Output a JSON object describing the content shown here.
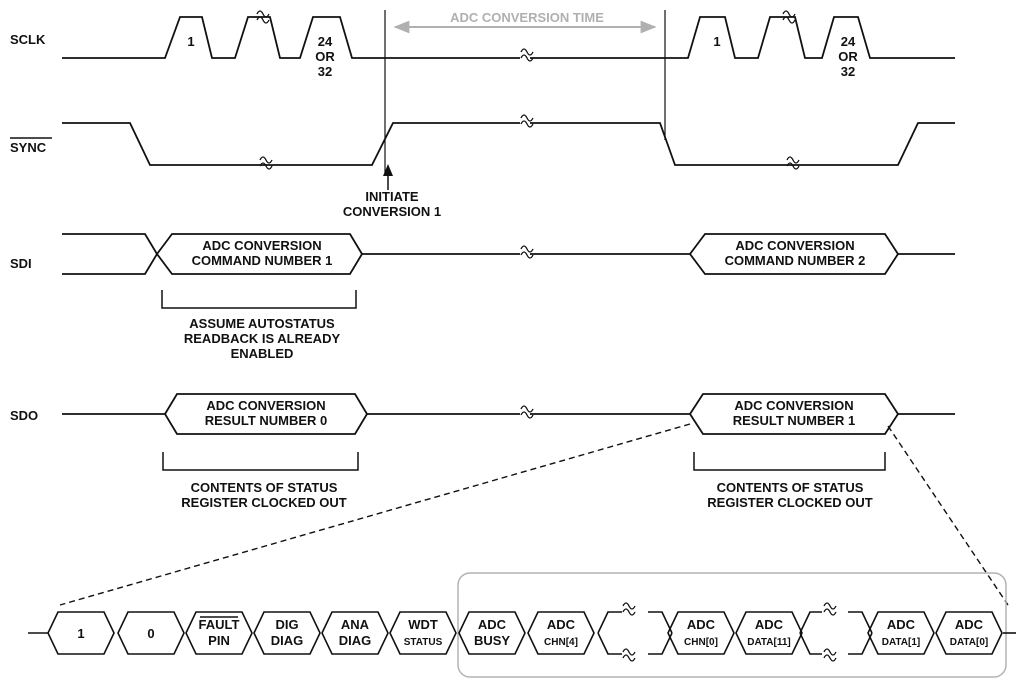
{
  "signals": {
    "sclk": "SCLK",
    "sync": "SYNC",
    "sdi": "SDI",
    "sdo": "SDO"
  },
  "sclk_pulses": {
    "first": "1",
    "last_line1": "24",
    "last_line2": "OR",
    "last_line3": "32"
  },
  "annotations": {
    "adc_conversion_time": "ADC CONVERSION TIME",
    "initiate_line1": "INITIATE",
    "initiate_line2": "CONVERSION 1",
    "autostatus_line1": "ASSUME AUTOSTATUS",
    "autostatus_line2": "READBACK IS ALREADY",
    "autostatus_line3": "ENABLED",
    "contents_line1": "CONTENTS OF STATUS",
    "contents_line2": "REGISTER CLOCKED OUT"
  },
  "sdi_frames": [
    {
      "line1": "ADC CONVERSION",
      "line2": "COMMAND NUMBER 1"
    },
    {
      "line1": "ADC CONVERSION",
      "line2": "COMMAND NUMBER 2"
    }
  ],
  "sdo_frames": [
    {
      "line1": "ADC CONVERSION",
      "line2": "RESULT NUMBER 0"
    },
    {
      "line1": "ADC CONVERSION",
      "line2": "RESULT NUMBER 1"
    }
  ],
  "status_bits": [
    {
      "line1": "1",
      "line2": ""
    },
    {
      "line1": "0",
      "line2": ""
    },
    {
      "line1": "FAULT",
      "line2": "PIN"
    },
    {
      "line1": "DIG",
      "line2": "DIAG"
    },
    {
      "line1": "ANA",
      "line2": "DIAG"
    },
    {
      "line1": "WDT",
      "line2": "STATUS"
    },
    {
      "line1": "ADC",
      "line2": "BUSY"
    },
    {
      "line1": "ADC",
      "line2": "CHN[4]"
    },
    {
      "line1": "ADC",
      "line2": "CHN[0]"
    },
    {
      "line1": "ADC",
      "line2": "DATA[11]"
    },
    {
      "line1": "ADC",
      "line2": "DATA[1]"
    },
    {
      "line1": "ADC",
      "line2": "DATA[0]"
    }
  ],
  "colors": {
    "line": "#111111",
    "highlight_box": "#b3b3b3",
    "arrow": "#b0b0b0"
  }
}
